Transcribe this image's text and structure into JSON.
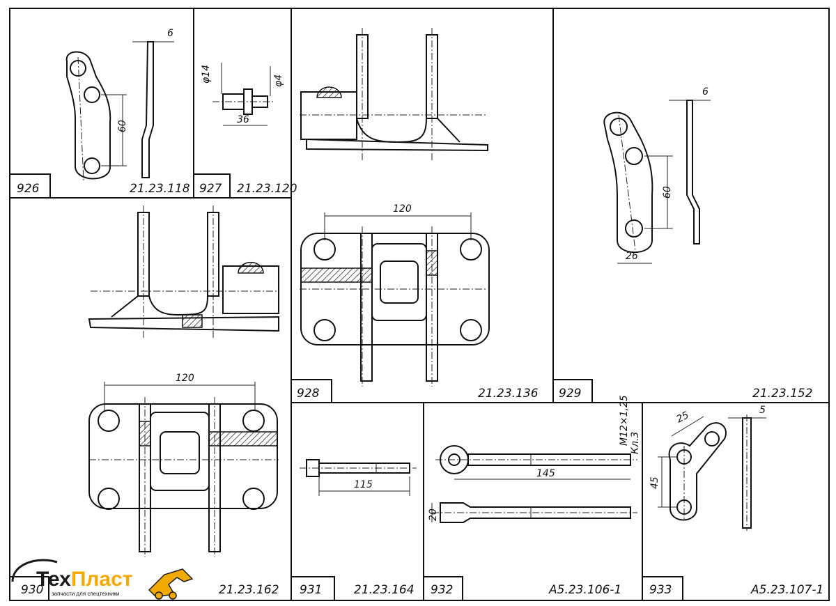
{
  "cells": [
    {
      "number": "926",
      "code": "21.23.118",
      "dims": [
        "6",
        "60"
      ]
    },
    {
      "number": "927",
      "code": "21.23.120",
      "dims": [
        "φ14",
        "φ4",
        "36"
      ]
    },
    {
      "number": "928",
      "code": "21.23.136",
      "dims": [
        "120"
      ]
    },
    {
      "number": "929",
      "code": "21.23.152",
      "dims": [
        "6",
        "60",
        "26"
      ]
    },
    {
      "number": "930",
      "code": "21.23.162",
      "dims": [
        "120"
      ]
    },
    {
      "number": "931",
      "code": "21.23.164",
      "dims": [
        "115"
      ]
    },
    {
      "number": "932",
      "code": "А5.23.106-1",
      "dims": [
        "M12×1,25",
        "Кл.3",
        "145",
        "20"
      ]
    },
    {
      "number": "933",
      "code": "А5.23.107-1",
      "dims": [
        "5",
        "25",
        "45"
      ]
    }
  ],
  "logo": {
    "text_dark": "Тех",
    "text_accent": "Пласт",
    "tagline": "запчасти для спецтехники",
    "color_dark": "#1a1a1a",
    "color_accent": "#f2a900",
    "icon": "excavator-icon"
  }
}
